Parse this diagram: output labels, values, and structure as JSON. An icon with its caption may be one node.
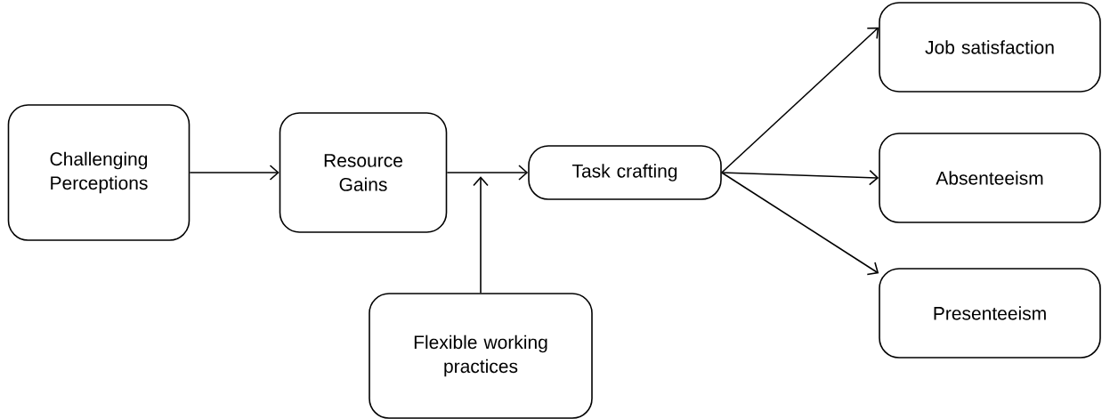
{
  "diagram": {
    "nodes": [
      {
        "text": [
          "Challenging Perceptions"
        ]
      },
      {
        "text": [
          "Resource Gains"
        ]
      },
      {
        "text": [
          "Task crafting"
        ]
      },
      {
        "text": [
          "Job satisfaction"
        ]
      },
      {
        "text": [
          "Absenteeism"
        ]
      },
      {
        "text": [
          "Presenteeism"
        ]
      },
      {
        "text": [
          "Flexible working practices"
        ]
      }
    ],
    "edges": [
      {
        "from": 0,
        "to": 1,
        "arrow": "to"
      },
      {
        "from": 1,
        "to": 2,
        "arrow": "to"
      },
      {
        "from": 2,
        "to": 3,
        "arrow": "to"
      },
      {
        "from": 2,
        "to": 4,
        "arrow": "to"
      },
      {
        "from": 2,
        "to": 5,
        "arrow": "to"
      },
      {
        "from": 6,
        "to": null,
        "arrow": "to"
      }
    ]
  }
}
